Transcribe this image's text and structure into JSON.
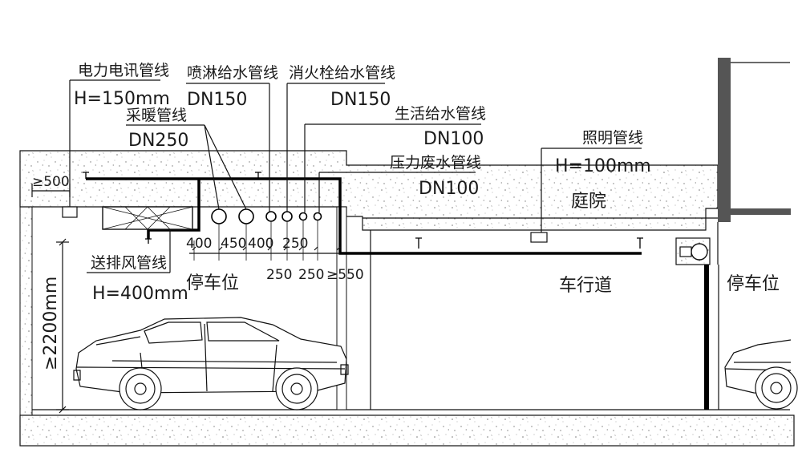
{
  "labels": {
    "power_telecom": "电力电讯管线",
    "power_telecom_h": "H=150mm",
    "sprinkler": "喷淋给水管线",
    "sprinkler_dn": "DN150",
    "hydrant": "消火栓给水管线",
    "hydrant_dn": "DN150",
    "heating": "采暖管线",
    "heating_dn": "DN250",
    "domestic_water": "生活给水管线",
    "domestic_water_dn": "DN100",
    "pressure_waste": "压力废水管线",
    "pressure_waste_dn": "DN100",
    "lighting": "照明管线",
    "lighting_h": "H=100mm",
    "courtyard": "庭院",
    "ventilation": "送排风管线",
    "ventilation_h": "H=400mm",
    "parking_left": "停车位",
    "driveway": "车行道",
    "parking_right": "停车位"
  },
  "dimensions": {
    "min500": "≥500",
    "d400a": "400",
    "d450": "450",
    "d400b": "400",
    "d250top": "250",
    "d250a": "250",
    "d250b": "250",
    "min550": "≥550",
    "height": "≥2200mm"
  },
  "colors": {
    "line": "#111111",
    "wall": "#555555",
    "background": "#ffffff"
  }
}
